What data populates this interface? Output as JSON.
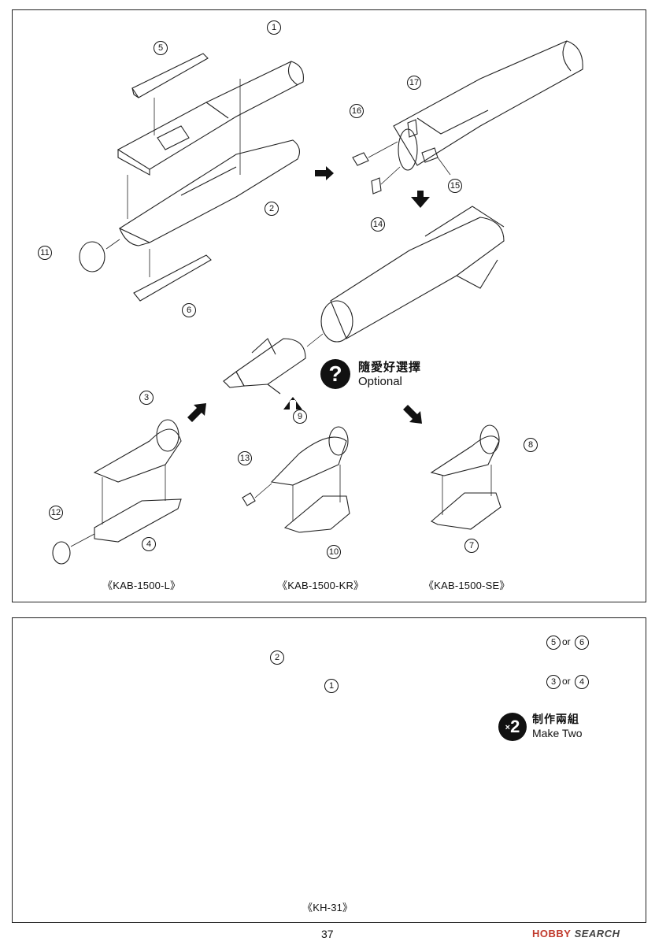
{
  "top_panel": {
    "part_numbers": {
      "p1": "1",
      "p2": "2",
      "p3": "3",
      "p4": "4",
      "p5": "5",
      "p6": "6",
      "p7": "7",
      "p8": "8",
      "p9": "9",
      "p10": "10",
      "p11": "11",
      "p12": "12",
      "p13": "13",
      "p14": "14",
      "p15": "15",
      "p16": "16",
      "p17": "17"
    },
    "optional": {
      "symbol": "?",
      "label_cjk": "隨愛好選擇",
      "label_en": "Optional"
    },
    "variant_captions": {
      "kab_l": "《KAB-1500-L》",
      "kab_kr": "《KAB-1500-KR》",
      "kab_se": "《KAB-1500-SE》"
    }
  },
  "bottom_panel": {
    "part_numbers": {
      "p1": "1",
      "p2": "2",
      "p3": "3",
      "p4": "4",
      "p5": "5",
      "p6": "6"
    },
    "or_word": "or",
    "make_two": {
      "symbol": "2",
      "prefix": "×",
      "label_cjk": "制作兩組",
      "label_en": "Make Two"
    },
    "caption": "《KH-31》"
  },
  "footer": {
    "page_number": "37",
    "watermark_brand": "HOBBY",
    "watermark_rest": "SEARCH"
  }
}
